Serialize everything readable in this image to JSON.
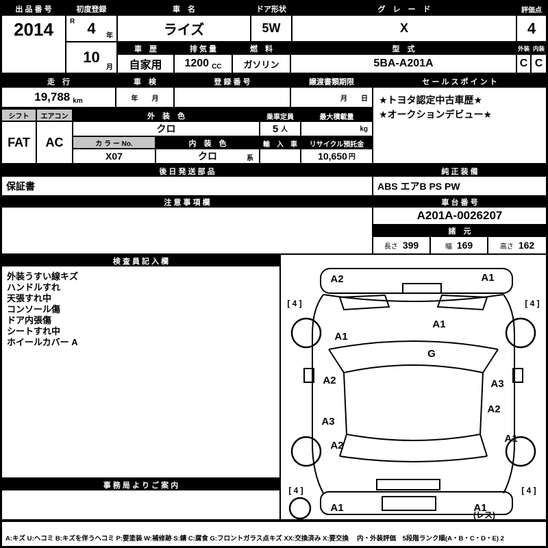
{
  "top": {
    "auction_no": {
      "label": "出 品 番 号",
      "value": "2014"
    },
    "first_registration": {
      "label": "初度登録",
      "era": "R",
      "year": "4",
      "year_unit": "年",
      "month": "10",
      "month_unit": "月"
    },
    "car_name": {
      "label": "車　名",
      "value": "ライズ"
    },
    "door_shape": {
      "label": "ドア形状",
      "value": "5W"
    },
    "grade": {
      "label": "グ　レ　ー　ド",
      "value": "X"
    },
    "score": {
      "label": "評価点",
      "value": "4"
    },
    "history": {
      "label": "車　歴",
      "value": "自家用"
    },
    "displacement": {
      "label": "排 気 量",
      "value": "1200",
      "unit": "CC"
    },
    "fuel": {
      "label": "燃　料",
      "value": "ガソリン"
    },
    "model_code": {
      "label": "型　式",
      "value": "5BA-A201A"
    },
    "exterior": {
      "label": "外装",
      "value": "C"
    },
    "interior": {
      "label": "内装",
      "value": "C"
    }
  },
  "registration": {
    "mileage": {
      "label": "走　行",
      "value": "19,788",
      "unit": "km"
    },
    "inspection": {
      "label": "車　検",
      "value": "年　　月"
    },
    "reg_no": {
      "label": "登 録 番 号",
      "value": ""
    },
    "transfer_deadline": {
      "label": "譲渡書類期限",
      "value": "月　　日"
    },
    "sales_point": {
      "label": "セ ー ル ス ポ イ ン ト",
      "line1": "★トヨタ認定中古車歴★",
      "line2": "★オークションデビュー★"
    }
  },
  "equipment": {
    "shift": {
      "label": "シフト",
      "value": "FAT"
    },
    "aircon": {
      "label": "エアコン",
      "value": "AC"
    },
    "exterior_color": {
      "label": "外　装　色",
      "value": "クロ"
    },
    "capacity": {
      "label": "乗車定員",
      "value": "5",
      "unit": "人"
    },
    "max_load": {
      "label": "最大積載量",
      "unit": "kg"
    },
    "color_no": {
      "label": "カ ラ ー No.",
      "value": "X07"
    },
    "interior_color": {
      "label": "内　装　色",
      "value": "クロ",
      "suffix": "系"
    },
    "import_car": {
      "label": "輸　入　車",
      "value": ""
    },
    "recycle_deposit": {
      "label": "リサイクル預託金",
      "value": "10,650",
      "unit": "円"
    }
  },
  "shipping": {
    "label": "後 日 発 送 部 品",
    "value": "保証書"
  },
  "genuine_equipment": {
    "label": "純 正 装 備",
    "value": "ABS エアB PS PW"
  },
  "notes_box": {
    "label": "注 意 事 項 欄"
  },
  "chassis_no": {
    "label": "車 台 番 号",
    "value": "A201A-0026207"
  },
  "dimensions": {
    "label": "諸　元",
    "length_label": "長さ",
    "length": "399",
    "width_label": "幅",
    "width": "169",
    "height_label": "高さ",
    "height": "162"
  },
  "inspector": {
    "label": "検 査 員 記 入 欄",
    "notes": [
      "外装うすい線キズ",
      "ハンドルすれ",
      "天張すれ中",
      "コンソール傷",
      "ドア内張傷",
      "シートすれ中",
      "ホイールカバー A"
    ]
  },
  "office_info": {
    "label": "事 務 局 よ り ご 案 内"
  },
  "diagram": {
    "marks": [
      {
        "panel": "front-bumper-left",
        "label": "A2"
      },
      {
        "panel": "front-bumper-right",
        "label": "A1"
      },
      {
        "panel": "front-left-tire",
        "label": "[ 4 ]"
      },
      {
        "panel": "front-right-tire",
        "label": "[ 4 ]"
      },
      {
        "panel": "front-left-fender",
        "label": "A1"
      },
      {
        "panel": "hood",
        "label": "A1"
      },
      {
        "panel": "windshield",
        "label": "G"
      },
      {
        "panel": "front-left-door",
        "label": "A2"
      },
      {
        "panel": "front-right-door",
        "label": "A3"
      },
      {
        "panel": "rear-left-door",
        "label": "A3"
      },
      {
        "panel": "rear-right-door",
        "label": "A2"
      },
      {
        "panel": "rear-left-fender",
        "label": "A2"
      },
      {
        "panel": "rear-right-fender",
        "label": "A1"
      },
      {
        "panel": "rear-left-tire",
        "label": "[ 4 ]"
      },
      {
        "panel": "rear-right-tire",
        "label": "[ 4 ]"
      },
      {
        "panel": "rear-bumper-left",
        "label": "A1"
      },
      {
        "panel": "rear-bumper-right",
        "label": "A1"
      },
      {
        "panel": "rear-plate",
        "label": "(レス)"
      }
    ]
  },
  "legend": "A:キズ U:ヘコミ B:キズを伴うヘコミ P:要塗装 W:補修跡 S:錆 C:腐食 G:フロントガラス点キズ XX:交換済み X:要交換　 内・外装評価　5段階ランク順(A・B・C・D・E) 2"
}
